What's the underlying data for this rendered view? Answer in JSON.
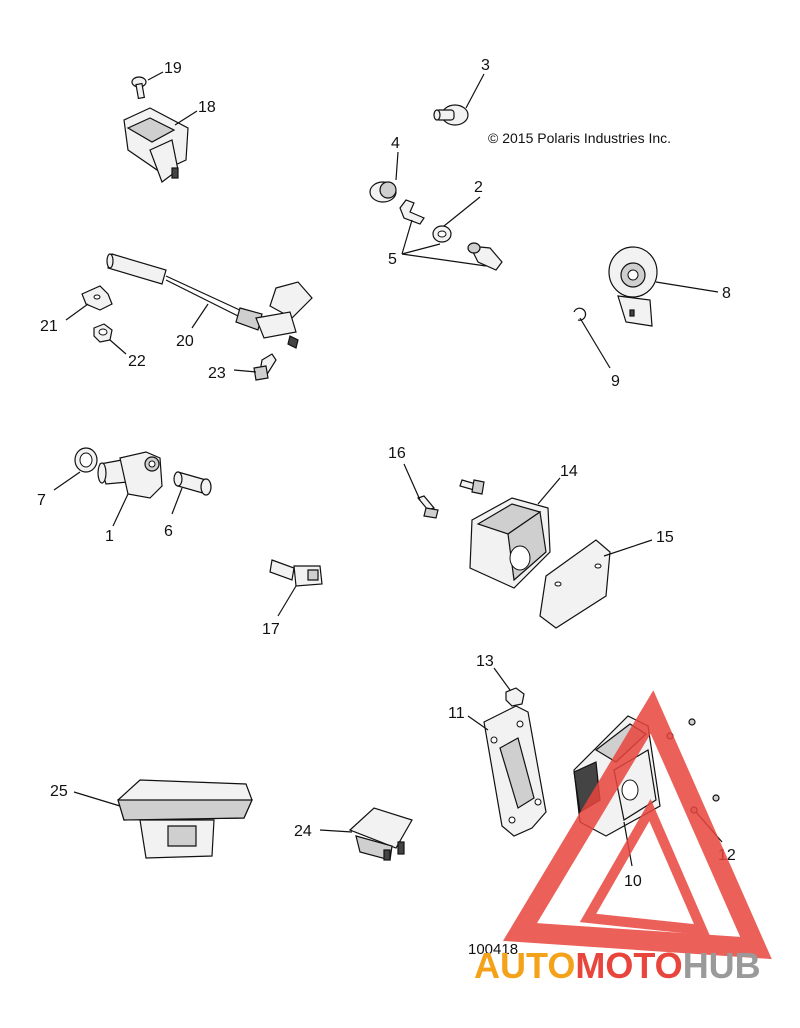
{
  "copyright": "© 2015 Polaris Industries Inc.",
  "diagram_id": "100418",
  "watermark": {
    "word1": "AUTO",
    "word2": "MOTO",
    "word3": "HUB",
    "color_orange": "#f4a21a",
    "color_red": "#e8453c",
    "color_gray": "#9a9a9a"
  },
  "callouts": {
    "c1": "1",
    "c2": "2",
    "c3": "3",
    "c4": "4",
    "c5": "5",
    "c6": "6",
    "c7": "7",
    "c8": "8",
    "c9": "9",
    "c10": "10",
    "c11": "11",
    "c12": "12",
    "c13": "13",
    "c14": "14",
    "c15": "15",
    "c16": "16",
    "c17": "17",
    "c18": "18",
    "c19": "19",
    "c20": "20",
    "c21": "21",
    "c22": "22",
    "c23": "23",
    "c24": "24",
    "c25": "25"
  }
}
